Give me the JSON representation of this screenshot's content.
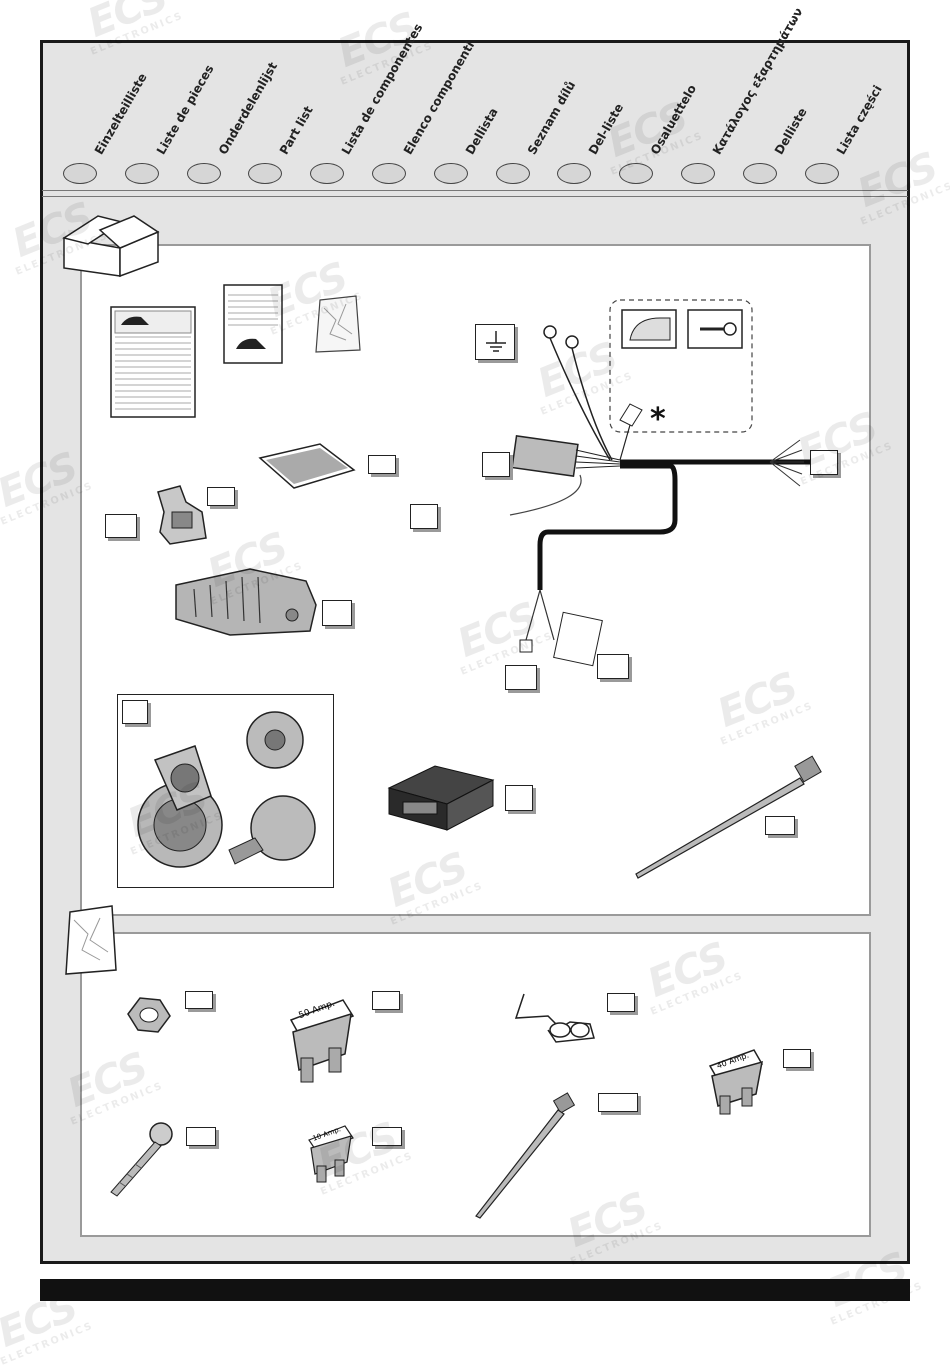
{
  "part_list_languages": [
    "Einzelteilliste",
    "Liste de pieces",
    "Onderdelenlijst",
    "Part list",
    "Lista de componentes",
    "Elenco componenti",
    "Dellista",
    "Seznam dílů",
    "Del-liste",
    "Osaluettelo",
    "Κατάλογος εξαρτημάτων",
    "Delliste",
    "Lista części"
  ],
  "watermark": {
    "brand": "ECS",
    "sub": "ELECTRONICS"
  },
  "labels": {
    "asterisk": "*",
    "fuse_50": "50 Amp.",
    "fuse_40": "40 Amp.",
    "fuse_10": "10 Amp."
  }
}
